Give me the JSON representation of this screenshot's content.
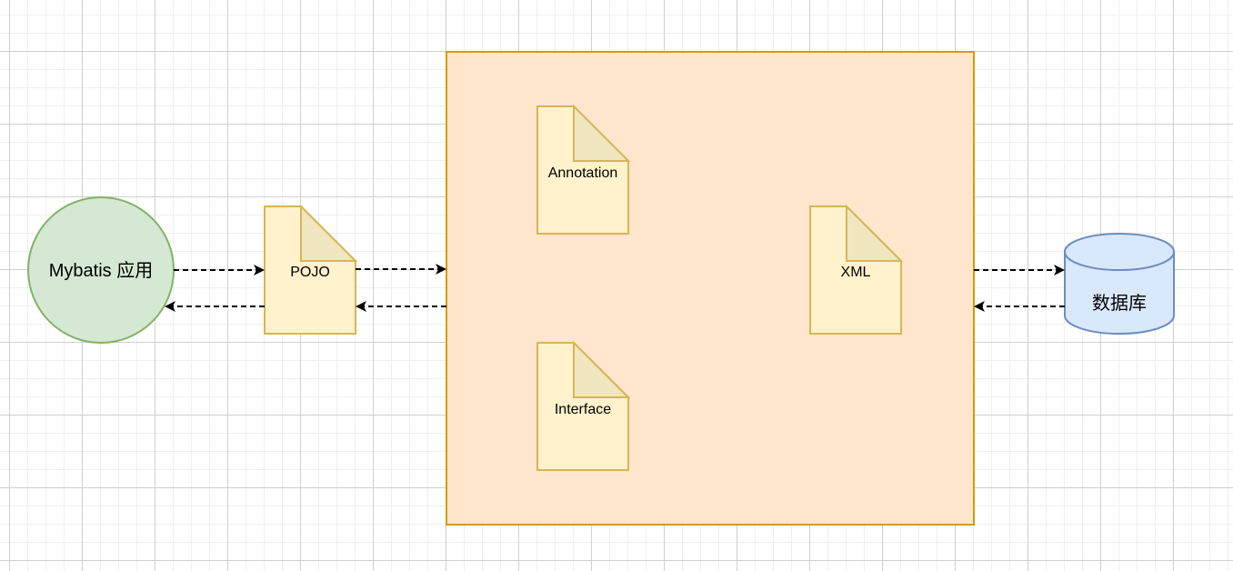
{
  "diagram": {
    "nodes": {
      "app": {
        "label": "Mybatis 应用",
        "shape": "circle",
        "fill": "#d5e8d4",
        "stroke": "#82b366"
      },
      "pojo": {
        "label": "POJO",
        "shape": "note",
        "fill": "#fff2cc",
        "stroke": "#d6b656"
      },
      "container": {
        "label": "",
        "shape": "rectangle",
        "fill": "#ffe6cc",
        "stroke": "#d79b00"
      },
      "annotation": {
        "label": "Annotation",
        "shape": "note",
        "fill": "#fff2cc",
        "stroke": "#d6b656"
      },
      "interface": {
        "label": "Interface",
        "shape": "note",
        "fill": "#fff2cc",
        "stroke": "#d6b656"
      },
      "xml": {
        "label": "XML",
        "shape": "note",
        "fill": "#fff2cc",
        "stroke": "#d6b656"
      },
      "database": {
        "label": "数据库",
        "shape": "cylinder",
        "fill": "#dae8fc",
        "stroke": "#6c8ebf"
      }
    },
    "edges": [
      {
        "from": "app",
        "to": "pojo",
        "style": "dashed"
      },
      {
        "from": "pojo",
        "to": "app",
        "style": "dashed"
      },
      {
        "from": "pojo",
        "to": "container",
        "style": "dashed"
      },
      {
        "from": "container",
        "to": "pojo",
        "style": "dashed"
      },
      {
        "from": "container",
        "to": "database",
        "style": "dashed"
      },
      {
        "from": "database",
        "to": "container",
        "style": "dashed"
      }
    ]
  }
}
